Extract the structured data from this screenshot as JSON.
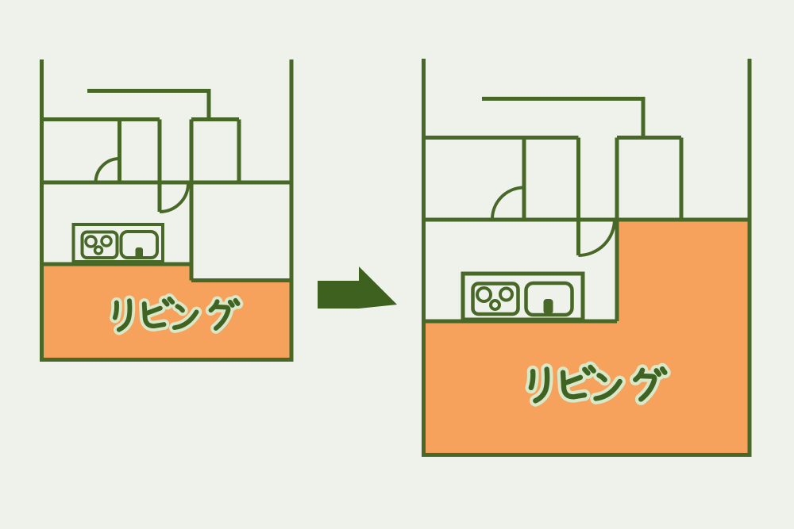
{
  "diagram": {
    "type": "floor-plan before/after comparison",
    "before": {
      "living_label": "リビング"
    },
    "after": {
      "living_label": "リビング"
    },
    "arrow_direction": "right"
  },
  "colors": {
    "background": "#EFF2EB",
    "wall_line": "#486828",
    "living_area_fill": "#F7A25C",
    "arrow_fill": "#3E6120",
    "label_text": "#3E6322",
    "label_halo": "#D8E8C8"
  }
}
